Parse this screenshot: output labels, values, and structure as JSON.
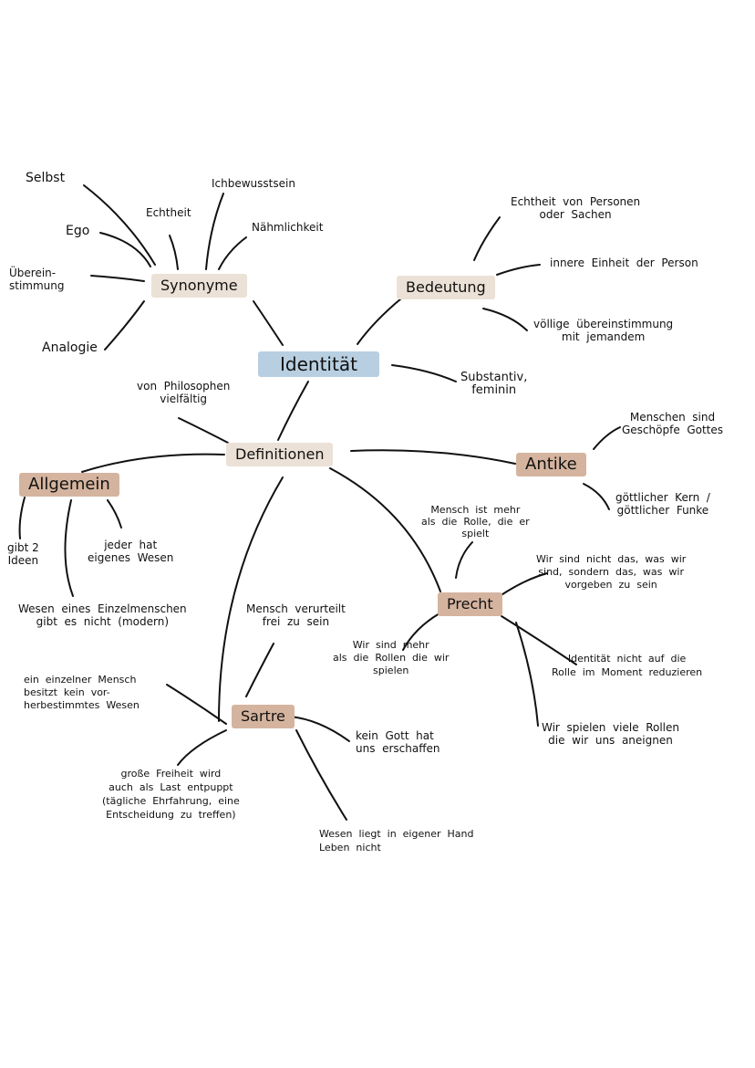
{
  "colors": {
    "central": "#b8cfe1",
    "beige": "#ebe1d6",
    "brown": "#d5b49f",
    "line": "#111111"
  },
  "central": {
    "label": "Identität"
  },
  "branches": {
    "synonyme": {
      "label": "Synonyme",
      "items": {
        "selbst": "Selbst",
        "ego": "Ego",
        "echtheit": "Echtheit",
        "ichbewusstsein": "Ichbewusstsein",
        "naehmlichkeit": "Nähmlichkeit",
        "uebereinstimmung": "Überein-\nstimmung",
        "analogie": "Analogie"
      }
    },
    "bedeutung": {
      "label": "Bedeutung",
      "items": {
        "echtheit_personen": "Echtheit  von  Personen\noder  Sachen",
        "innere_einheit": "innere  Einheit  der  Person",
        "voellige": "völlige  übereinstimmung\nmit  jemandem"
      }
    },
    "substantiv": "Substantiv,\nfeminin",
    "definitionen": {
      "label": "Definitionen",
      "note": "von  Philosophen\nvielfältig",
      "allgemein": {
        "label": "Allgemein",
        "items": {
          "gibt2": "gibt 2\nIdeen",
          "jeder": "jeder  hat\neigenes  Wesen",
          "wesen": "Wesen  eines  Einzelmenschen\ngibt  es  nicht  (modern)"
        }
      },
      "antike": {
        "label": "Antike",
        "items": {
          "menschen": "Menschen  sind\nGeschöpfe  Gottes",
          "kern": "göttlicher  Kern  /\ngöttlicher  Funke"
        }
      },
      "precht": {
        "label": "Precht",
        "items": {
          "mensch_mehr": "Mensch  ist  mehr\nals  die  Rolle,  die  er\nspielt",
          "wir_sind_nicht": "Wir  sind  nicht  das,  was  wir\nsind,  sondern  das,  was  wir\nvorgeben  zu  sein",
          "wir_sind_mehr": "Wir  sind  mehr\nals  die  Rollen  die  wir\nspielen",
          "identitaet_nicht": "Identität  nicht  auf  die\nRolle  im  Moment  reduzieren",
          "wir_spielen": "Wir  spielen  viele  Rollen\ndie  wir  uns  aneignen"
        }
      },
      "sartre": {
        "label": "Sartre",
        "items": {
          "verurteilt": "Mensch  verurteilt\nfrei  zu  sein",
          "einzelner": "ein  einzelner  Mensch\nbesitzt  kein  vor-\nherbestimmtes  Wesen",
          "kein_gott": "kein  Gott  hat\nuns  erschaffen",
          "freiheit": "große  Freiheit  wird\nauch  als  Last  entpuppt\n(tägliche  Ehrfahrung,  eine\nEntscheidung  zu  treffen)",
          "leben": "Wesen  liegt  in  eigener  Hand\nLeben  nicht"
        }
      }
    }
  }
}
